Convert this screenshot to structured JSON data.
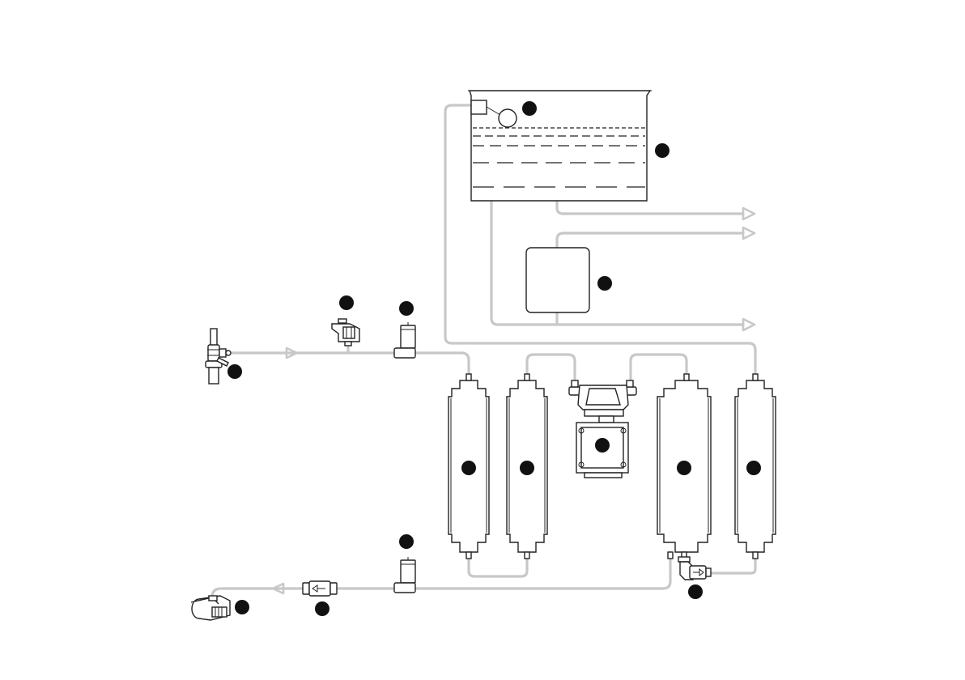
{
  "colors": {
    "pipe": "#c8c8c8",
    "ink": "#222222",
    "callout": "#111111",
    "background": "#ffffff"
  },
  "components": [
    {
      "name": "feed-water-valve",
      "icon": "tee-valve-icon"
    },
    {
      "name": "inlet-solenoid-valve",
      "icon": "solenoid-valve-icon"
    },
    {
      "name": "low-pressure-switch",
      "icon": "pressure-switch-icon"
    },
    {
      "name": "sediment-filter",
      "icon": "filter-cartridge-icon"
    },
    {
      "name": "carbon-filter",
      "icon": "filter-cartridge-icon"
    },
    {
      "name": "booster-pump",
      "icon": "pump-icon"
    },
    {
      "name": "ro-membrane",
      "icon": "filter-cartridge-icon"
    },
    {
      "name": "post-filter",
      "icon": "filter-cartridge-icon"
    },
    {
      "name": "storage-tank",
      "icon": "tank-icon"
    },
    {
      "name": "float-valve",
      "icon": "float-valve-icon"
    },
    {
      "name": "pressure-tank",
      "icon": "pressure-tank-icon"
    },
    {
      "name": "high-pressure-switch",
      "icon": "pressure-switch-icon"
    },
    {
      "name": "check-valve",
      "icon": "check-valve-icon"
    },
    {
      "name": "flow-restrictor",
      "icon": "flow-restrictor-icon"
    },
    {
      "name": "drain-saddle",
      "icon": "drain-saddle-icon"
    }
  ]
}
